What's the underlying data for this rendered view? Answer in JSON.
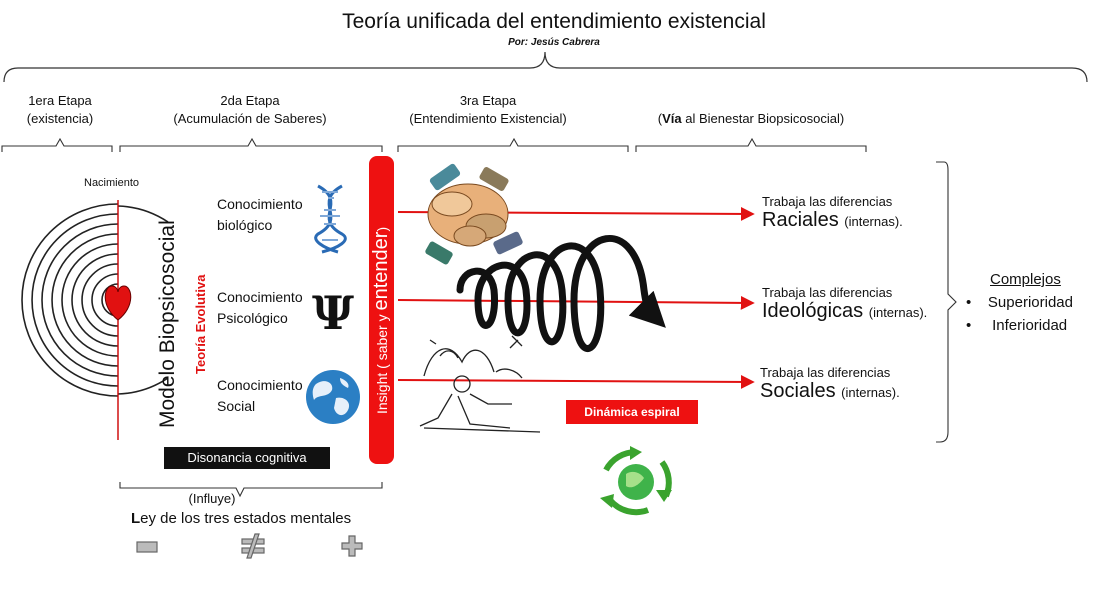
{
  "header": {
    "title": "Teoría unificada del entendimiento existencial",
    "author": "Por: Jesús  Cabrera"
  },
  "stages": [
    {
      "name": "1era Etapa",
      "sub": "(existencia)"
    },
    {
      "name": "2da Etapa",
      "sub": "(Acumulación de Saberes)"
    },
    {
      "name": "3ra Etapa",
      "sub": "(Entendimiento Existencial)"
    },
    {
      "name_bold": "Vía",
      "name_rest": " al Bienestar Biopsicosocial"
    }
  ],
  "birth_label": "Nacimiento",
  "model_label": "Modelo Biopsicosocial",
  "evolution_label": "Teoría Evolutiva",
  "knowledge": [
    {
      "line1": "Conocimiento",
      "line2": "biológico",
      "icon": "dna-icon"
    },
    {
      "line1": "Conocimiento",
      "line2": "Psicológico",
      "icon": "psi-icon"
    },
    {
      "line1": "Conocimiento",
      "line2": "Social",
      "icon": "globe-icon"
    }
  ],
  "insight": {
    "prefix": "Insight",
    "middle": "( saber y ",
    "big": "entender",
    "suffix": ")"
  },
  "dissonance_label": "Disonancia cognitiva",
  "influence_label": "(Influye)",
  "law": {
    "first": "L",
    "rest": "ey de los tres estados mentales"
  },
  "mental_states": [
    "minus-icon",
    "not-equal-icon",
    "plus-icon"
  ],
  "differences": [
    {
      "line1": "Trabaja las diferencias",
      "word": "Raciales",
      "suffix": "(internas)."
    },
    {
      "line1": "Trabaja las diferencias",
      "word": "Ideológicas",
      "suffix": "(internas)."
    },
    {
      "line1": "Trabaja las diferencias",
      "word": "Sociales",
      "suffix": "(internas)."
    }
  ],
  "spiral_label": "Dinámica espiral",
  "complexes": {
    "title": "Complejos",
    "items": [
      "Superioridad",
      "Inferioridad"
    ]
  },
  "colors": {
    "accent_red": "#e11111",
    "black": "#111111",
    "dna_blue": "#2a6bb5",
    "globe_blue": "#2b7fc4",
    "recycle_green": "#3aa32e"
  }
}
